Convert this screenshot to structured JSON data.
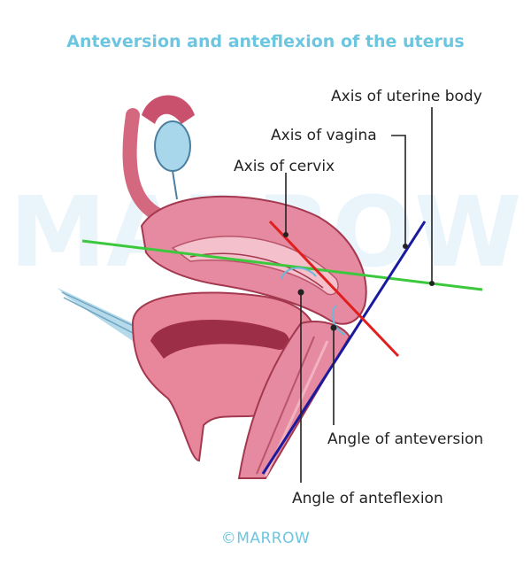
{
  "title": "Anteversion and anteflexion of the uterus",
  "labels": {
    "axis_uterine_body": "Axis of uterine body",
    "axis_vagina": "Axis of vagina",
    "axis_cervix": "Axis of cervix",
    "angle_anteversion": "Angle of anteversion",
    "angle_anteflexion": "Angle of anteflexion"
  },
  "watermark": "MARROW",
  "credit": "©MARROW",
  "colors": {
    "title": "#6cc6df",
    "axis_uterine_body": "#3cc83c",
    "axis_vagina": "#1a1a9e",
    "axis_cervix": "#e02020",
    "uterus": "#e58aa0",
    "bladder": "#f2b3c0",
    "ovary": "#a8d6ea"
  }
}
